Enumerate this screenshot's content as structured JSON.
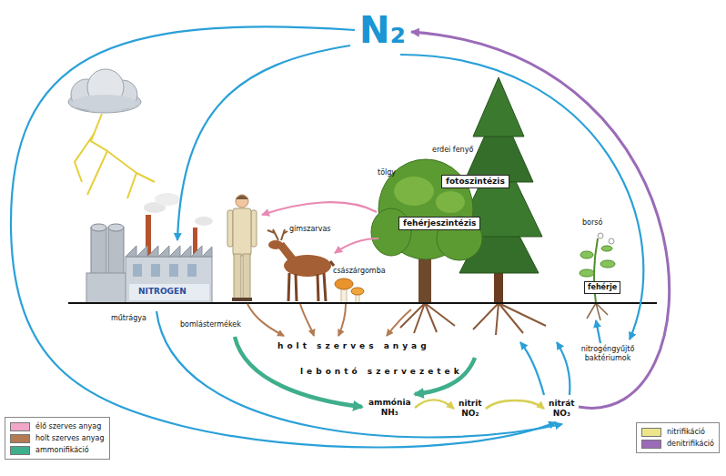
{
  "diagram": {
    "nodes": [
      {
        "text": [
          "N₂"
        ]
      },
      {
        "text": [
          "fotoszintézis"
        ]
      },
      {
        "text": [
          "fehérjeszintézis"
        ]
      },
      {
        "text": [
          "fehérje"
        ]
      },
      {
        "text": [
          "ammónia",
          "NH₃"
        ]
      },
      {
        "text": [
          "nitrit",
          "NO₂"
        ]
      },
      {
        "text": [
          "nitrát",
          "NO₃"
        ]
      }
    ],
    "edges": [
      {
        "from": 4,
        "to": 5,
        "arrow": "to"
      },
      {
        "from": 5,
        "to": 6,
        "arrow": "to"
      },
      {
        "from": 6,
        "to": 0,
        "arrow": "to"
      },
      {
        "from": 0,
        "to": 6,
        "arrow": "to"
      }
    ],
    "labels": [
      "erdei fenyő",
      "tölgy",
      "gímszarvas",
      "császárgomba",
      "borsó",
      "NITROGEN",
      "műtrágya",
      "bomlástermékek",
      "holt szerves anyag",
      "lebontó szervezetek",
      "nitrogéngyűjtő baktériumok"
    ],
    "legend": [
      {
        "text": "élő szerves anyag",
        "color": "#f2a6c8"
      },
      {
        "text": "holt szerves anyag",
        "color": "#b47b52"
      },
      {
        "text": "ammonifikáció",
        "color": "#3fae8c"
      },
      {
        "text": "nitrifikáció",
        "color": "#ece58a"
      },
      {
        "text": "denitrifikáció",
        "color": "#9b6bb8"
      }
    ]
  }
}
